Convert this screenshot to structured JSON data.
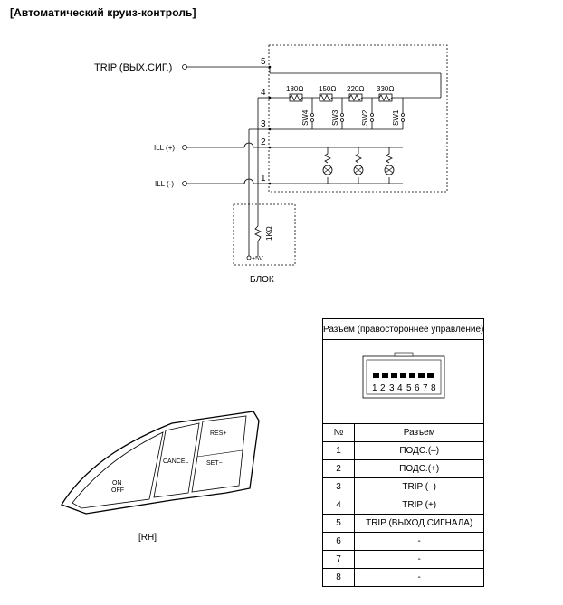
{
  "page_title": "[Автоматический круиз-контроль]",
  "diagram": {
    "terminals": {
      "trip_out": "TRIP (ВЫХ.СИГ.)",
      "ill_plus": "ILL (+)",
      "ill_minus": "ILL (-)"
    },
    "pins": [
      "5",
      "4",
      "3",
      "2",
      "1"
    ],
    "resistors": [
      {
        "value": "180Ω",
        "switch": "SW4"
      },
      {
        "value": "150Ω",
        "switch": "SW3"
      },
      {
        "value": "220Ω",
        "switch": "SW2"
      },
      {
        "value": "330Ω",
        "switch": "SW1"
      }
    ],
    "block": {
      "resistor": "1KΩ",
      "supply": "+5V",
      "label": "БЛОК"
    }
  },
  "switch_panel": {
    "buttons": {
      "on": "ON",
      "off": "OFF",
      "cancel": "CANCEL",
      "res": "RES+",
      "set": "SET−"
    },
    "caption": "[RH]"
  },
  "connector": {
    "header": "Разъем (правостороннее управление)",
    "pin_numbers": [
      "1",
      "2",
      "3",
      "4",
      "5",
      "6",
      "7",
      "8"
    ],
    "columns": [
      "№",
      "Разъем"
    ],
    "rows": [
      {
        "no": "1",
        "name": "ПОДС.(–)"
      },
      {
        "no": "2",
        "name": "ПОДС.(+)"
      },
      {
        "no": "3",
        "name": "TRIP (–)"
      },
      {
        "no": "4",
        "name": "TRIP (+)"
      },
      {
        "no": "5",
        "name": "TRIP (ВЫХОД СИГНАЛА)"
      },
      {
        "no": "6",
        "name": "-"
      },
      {
        "no": "7",
        "name": "-"
      },
      {
        "no": "8",
        "name": "-"
      }
    ]
  }
}
